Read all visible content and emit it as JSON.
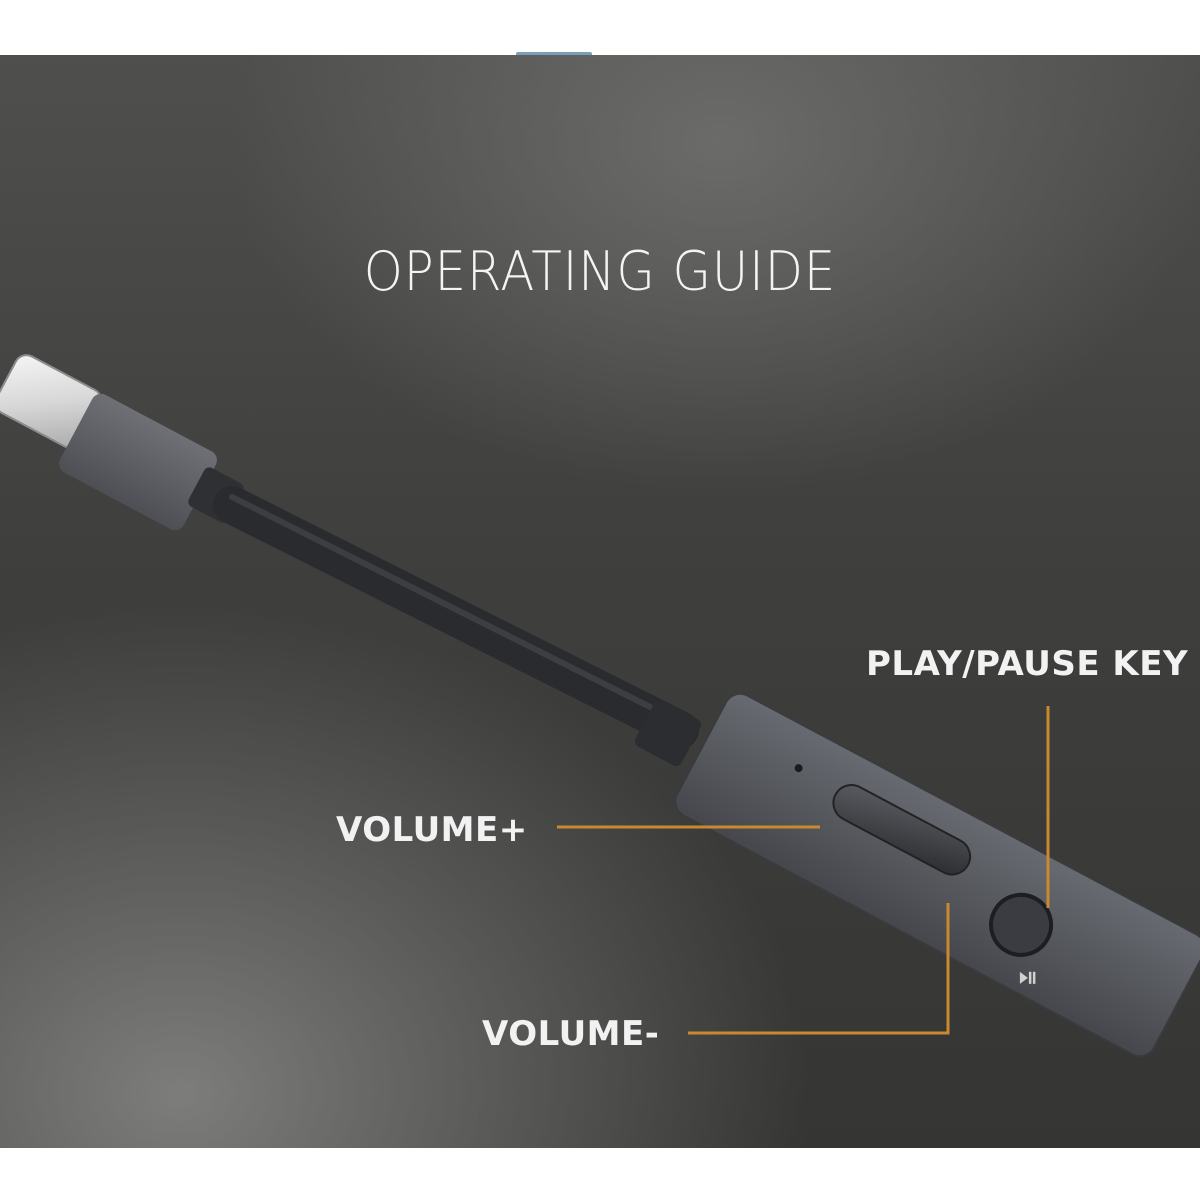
{
  "title": "OPERATING GUIDE",
  "labels": {
    "play_pause": "PLAY/PAUSE KEY",
    "volume_up": "VOLUME+",
    "volume_down": "VOLUME-"
  },
  "colors": {
    "callout_line": "#c9892e",
    "device_body": "#55575c",
    "background_dark": "#3a3a38"
  },
  "icons": [
    "usb-c-plug-icon",
    "play-pause-icon"
  ]
}
